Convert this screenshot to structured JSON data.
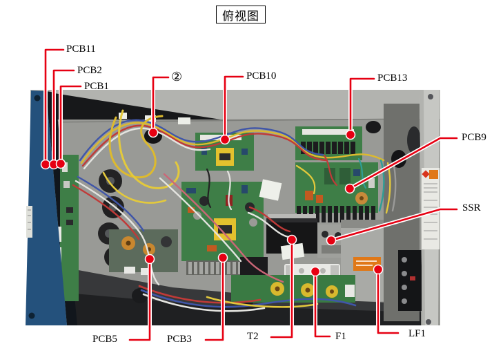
{
  "title": "俯视图",
  "colors": {
    "callout": "#e60012",
    "left_panel": "#24517c",
    "pcb_green": "#3e7e47",
    "chassis_gray": "#97999a"
  },
  "callouts": {
    "pcb11": {
      "label": "PCB11"
    },
    "pcb2": {
      "label": "PCB2"
    },
    "pcb1": {
      "label": "PCB1"
    },
    "circle2": {
      "label": "②"
    },
    "pcb10": {
      "label": "PCB10"
    },
    "pcb13": {
      "label": "PCB13"
    },
    "pcb9": {
      "label": "PCB9"
    },
    "ssr": {
      "label": "SSR"
    },
    "pcb5": {
      "label": "PCB5"
    },
    "pcb3": {
      "label": "PCB3"
    },
    "t2": {
      "label": "T2"
    },
    "f1": {
      "label": "F1"
    },
    "lf1": {
      "label": "LF1"
    }
  }
}
